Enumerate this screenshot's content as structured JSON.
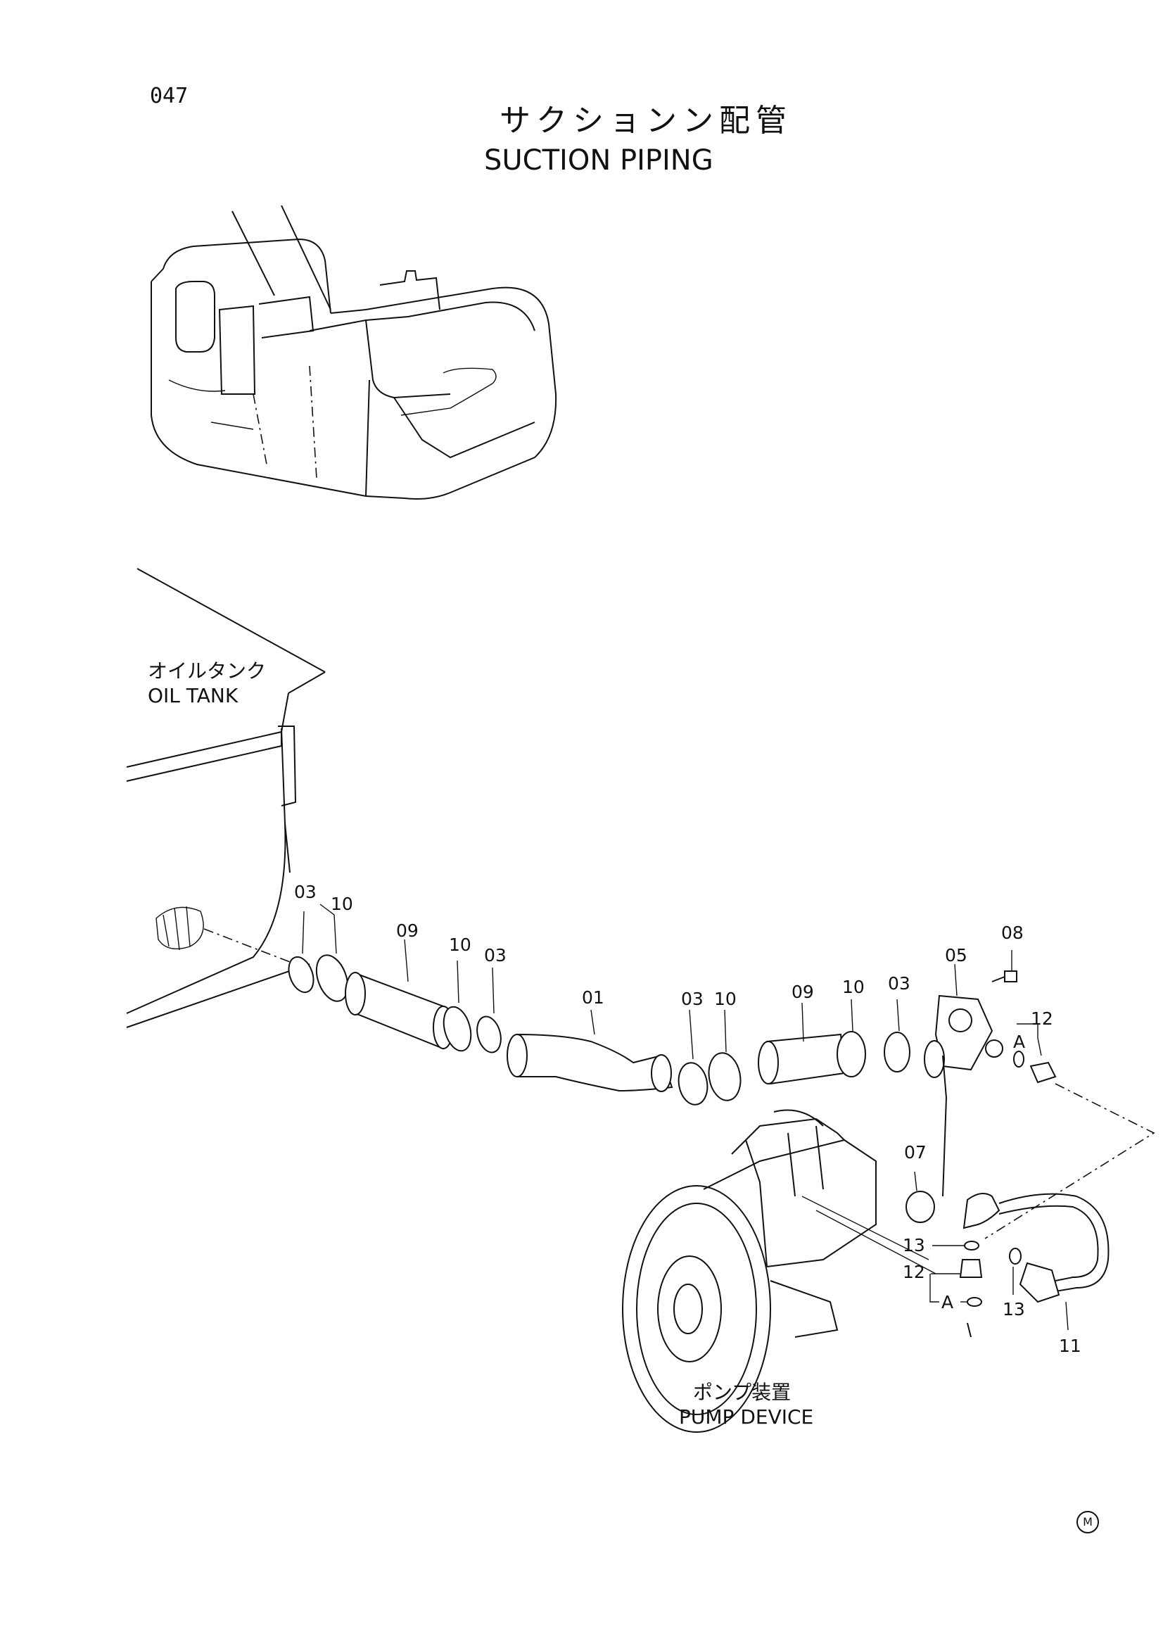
{
  "page_number": "047",
  "title_jp": "サクションン配管",
  "title_en": "SUCTION PIPING",
  "labels": {
    "oil_tank_jp": "オイルタンク",
    "oil_tank_en": "OIL TANK",
    "pump_jp": "ポンプ装置",
    "pump_en": "PUMP DEVICE"
  },
  "callouts": {
    "c03_a": "03",
    "c10_a": "10",
    "c09_a": "09",
    "c10_b": "10",
    "c03_b": "03",
    "c01": "01",
    "c03_c": "03",
    "c10_c": "10",
    "c09_b": "09",
    "c10_d": "10",
    "c03_d": "03",
    "c05": "05",
    "c08": "08",
    "c12_a": "12",
    "cA_a": "A",
    "c07": "07",
    "c13_a": "13",
    "c12_b": "12",
    "cA_b": "A",
    "c13_b": "13",
    "c11": "11"
  },
  "footer_mark": "M"
}
